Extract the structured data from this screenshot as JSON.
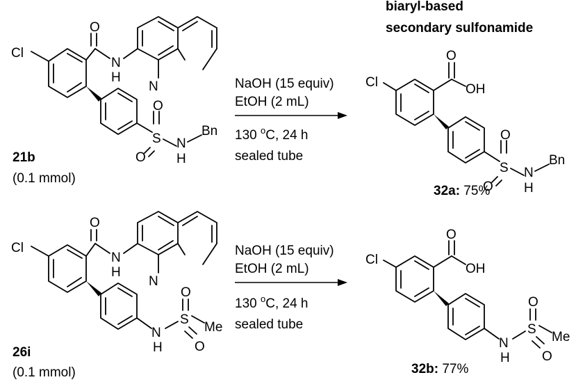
{
  "product_class_heading": {
    "line1": "biaryl-based",
    "line2": "secondary sulfonamide"
  },
  "atoms": {
    "Cl": "Cl",
    "O": "O",
    "N": "N",
    "H": "H",
    "S": "S",
    "OH": "OH",
    "Bn": "Bn",
    "Me": "Me"
  },
  "reactions": [
    {
      "substrate": {
        "id": "21b",
        "amount": "(0.1 mmol)"
      },
      "conditions": {
        "reagent": "NaOH (15 equiv)",
        "solvent": "EtOH (2 mL)",
        "temperature_pre": "130 ",
        "temperature_sup": "o",
        "temperature_post": "C, 24 h",
        "vessel": "sealed tube"
      },
      "product": {
        "id": "32a",
        "yield": " 75%"
      }
    },
    {
      "substrate": {
        "id": "26i",
        "amount": "(0.1 mmol)"
      },
      "conditions": {
        "reagent": "NaOH (15 equiv)",
        "solvent": "EtOH (2 mL)",
        "temperature_pre": "130 ",
        "temperature_sup": "o",
        "temperature_post": "C, 24 h",
        "vessel": "sealed tube"
      },
      "product": {
        "id": "32b",
        "yield": " 77%"
      }
    }
  ]
}
